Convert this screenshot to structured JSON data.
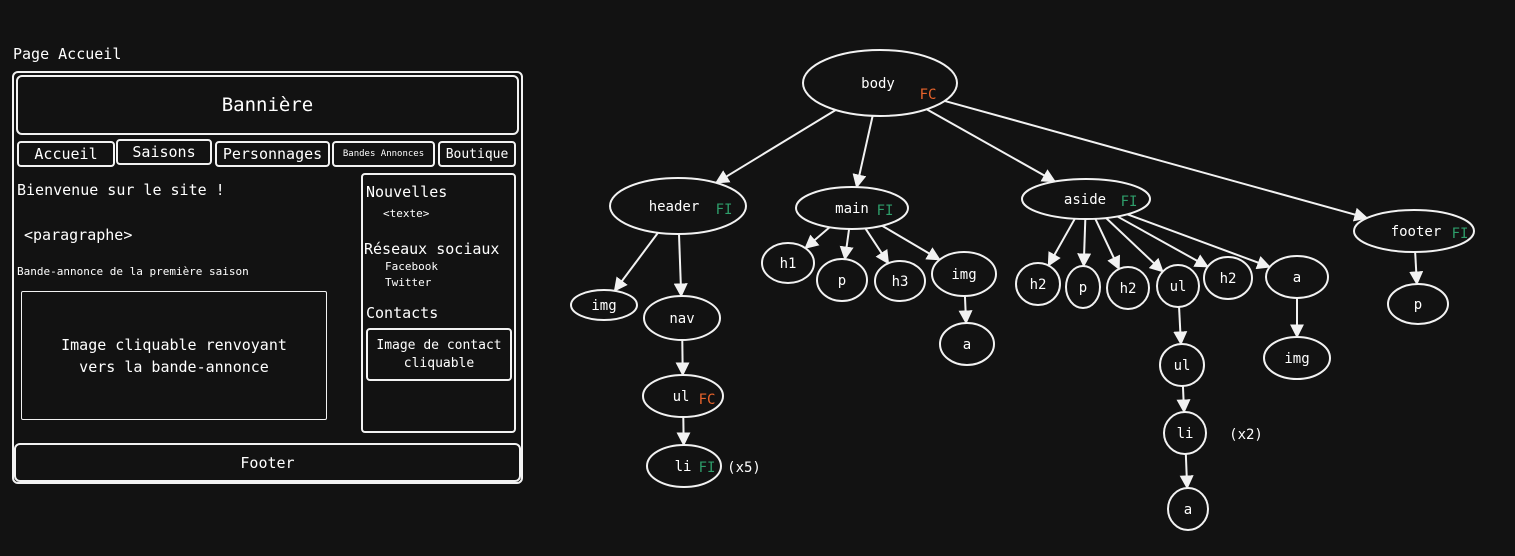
{
  "wireframe": {
    "title": "Page Accueil",
    "banner": "Bannière",
    "nav": [
      "Accueil",
      "Saisons",
      "Personnages",
      "Bandes Annonces",
      "Boutique"
    ],
    "welcome": "Bienvenue sur le site !",
    "paragraph": "<paragraphe>",
    "trailer_caption": "Bande-annonce de la première saison",
    "trailer_image_line1": "Image cliquable renvoyant",
    "trailer_image_line2": "vers la bande-annonce",
    "aside": {
      "news_title": "Nouvelles",
      "news_text": "<texte>",
      "social_title": "Réseaux sociaux",
      "social_links": [
        "Facebook",
        "Twitter"
      ],
      "contacts_title": "Contacts",
      "contact_image_line1": "Image de contact",
      "contact_image_line2": "cliquable"
    },
    "footer": "Footer"
  },
  "tree": {
    "nodes": [
      {
        "id": "body",
        "label": "body",
        "tag": "FC"
      },
      {
        "id": "header",
        "label": "header",
        "tag": "FI"
      },
      {
        "id": "main",
        "label": "main",
        "tag": "FI"
      },
      {
        "id": "aside",
        "label": "aside",
        "tag": "FI"
      },
      {
        "id": "footer",
        "label": "footer",
        "tag": "FI"
      },
      {
        "id": "h_img",
        "label": "img"
      },
      {
        "id": "h_nav",
        "label": "nav"
      },
      {
        "id": "h_ul",
        "label": "ul",
        "tag": "FC"
      },
      {
        "id": "h_li",
        "label": "li",
        "tag": "FI",
        "count": "(x5)"
      },
      {
        "id": "m_h1",
        "label": "h1"
      },
      {
        "id": "m_p",
        "label": "p"
      },
      {
        "id": "m_h3",
        "label": "h3"
      },
      {
        "id": "m_img",
        "label": "img"
      },
      {
        "id": "m_a",
        "label": "a"
      },
      {
        "id": "a_h2a",
        "label": "h2"
      },
      {
        "id": "a_p",
        "label": "p"
      },
      {
        "id": "a_h2b",
        "label": "h2"
      },
      {
        "id": "a_ul",
        "label": "ul"
      },
      {
        "id": "a_h2c",
        "label": "h2"
      },
      {
        "id": "a_a",
        "label": "a"
      },
      {
        "id": "a_ul2",
        "label": "ul"
      },
      {
        "id": "a_li",
        "label": "li",
        "count": "(x2)"
      },
      {
        "id": "a_a2",
        "label": "a"
      },
      {
        "id": "a_img",
        "label": "img"
      },
      {
        "id": "f_p",
        "label": "p"
      }
    ],
    "edges": [
      [
        "body",
        "header"
      ],
      [
        "body",
        "main"
      ],
      [
        "body",
        "aside"
      ],
      [
        "body",
        "footer"
      ],
      [
        "header",
        "h_img"
      ],
      [
        "header",
        "h_nav"
      ],
      [
        "h_nav",
        "h_ul"
      ],
      [
        "h_ul",
        "h_li"
      ],
      [
        "main",
        "m_h1"
      ],
      [
        "main",
        "m_p"
      ],
      [
        "main",
        "m_h3"
      ],
      [
        "main",
        "m_img"
      ],
      [
        "m_img",
        "m_a"
      ],
      [
        "aside",
        "a_h2a"
      ],
      [
        "aside",
        "a_p"
      ],
      [
        "aside",
        "a_h2b"
      ],
      [
        "aside",
        "a_ul"
      ],
      [
        "aside",
        "a_h2c"
      ],
      [
        "aside",
        "a_a"
      ],
      [
        "a_ul",
        "a_ul2"
      ],
      [
        "a_ul2",
        "a_li"
      ],
      [
        "a_li",
        "a_a2"
      ],
      [
        "a_a",
        "a_img"
      ],
      [
        "footer",
        "f_p"
      ]
    ],
    "colors": {
      "FC": "#e8632b",
      "FI": "#2e9e6a",
      "stroke": "#f2f2f2"
    }
  }
}
